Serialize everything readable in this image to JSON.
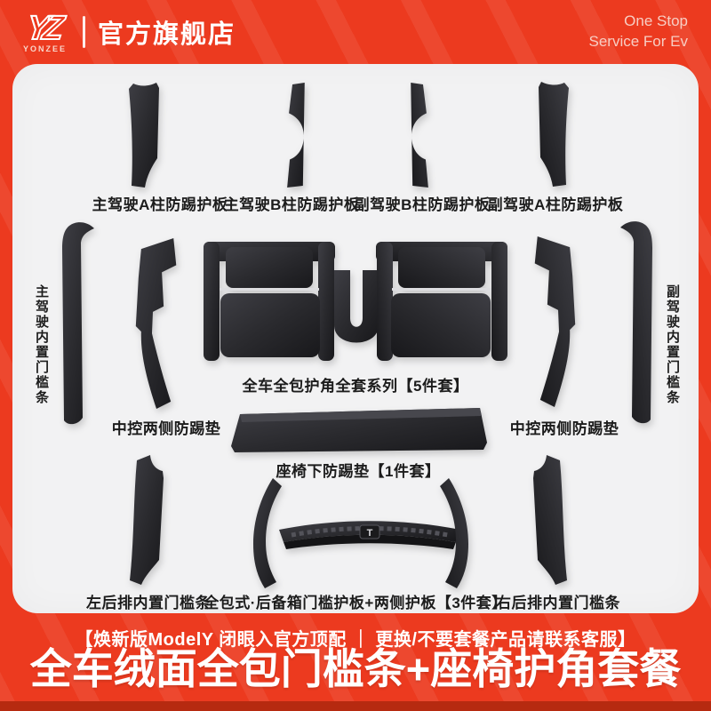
{
  "header": {
    "logo_text": "YZ",
    "logo_subtext": "YONZEE",
    "store_name": "官方旗舰店",
    "tagline_line1": "One Stop",
    "tagline_line2": "Service For Ev"
  },
  "card": {
    "pillar_row": [
      {
        "label": "主驾驶A柱防踢护板"
      },
      {
        "label": "主驾驶B柱防踢护板"
      },
      {
        "label": "副驾驶B柱防踢护板"
      },
      {
        "label": "副驾驶A柱防踢护板"
      }
    ],
    "left_sill_label": "主驾驶内置门槛条",
    "right_sill_label": "副驾驶内置门槛条",
    "console_left_label": "中控两侧防踢垫",
    "console_right_label": "中控两侧防踢垫",
    "seat_guard_label": "全车全包护角全套系列【5件套】",
    "under_seat_label": "座椅下防踢垫【1件套】",
    "rear_left_label": "左后排内置门槛条",
    "trunk_label": "全包式·后备箱门槛护板+两侧护板【3件套】",
    "rear_right_label": "右后排内置门槛条",
    "trunk_logo_letter": "T"
  },
  "footer": {
    "notice": "【焕新版ModelY 闭眼入官方顶配 ｜ 更换/不要套餐产品请联系客服】",
    "headline": "全车绒面全包门槛条+座椅护角套餐"
  },
  "colors": {
    "brand_red": "#EC3A1F",
    "footer_strip_red": "#B62A10",
    "card_bg": "#F2F2F3",
    "product_dark": "#2B2B2E",
    "label_text": "#1C1C1C",
    "tagline_pink": "#F7CDC3"
  }
}
